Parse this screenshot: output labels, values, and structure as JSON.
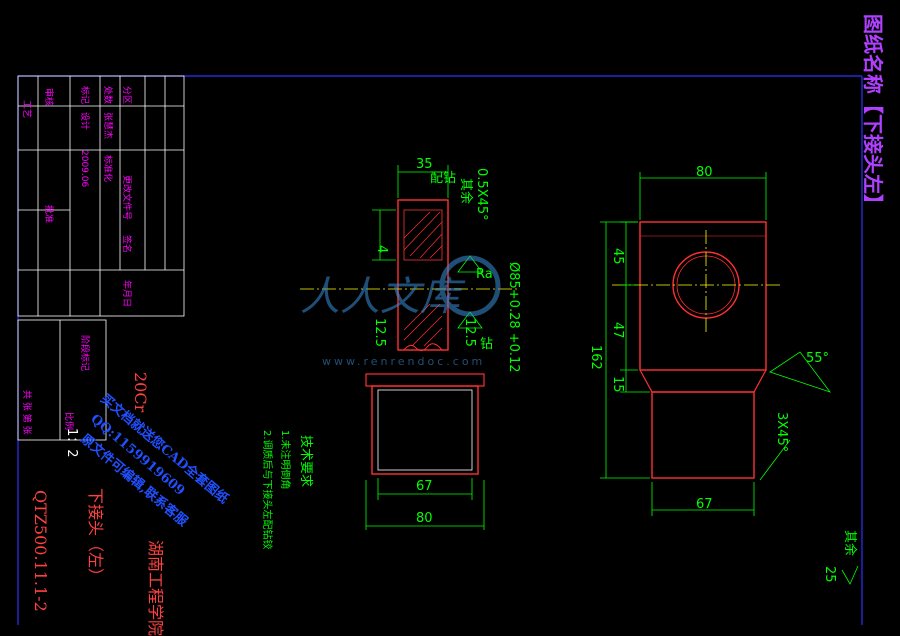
{
  "title_block": {
    "drawing_name": "图纸名称【下接头左】",
    "material": "20Cr",
    "part_name": "下接头（左）",
    "drawing_no": "QTZ500.11.1-2",
    "institution": "湖南工程学院",
    "scale": "1：2",
    "cells": [
      "标记",
      "处数",
      "分区",
      "更改文件号",
      "签名",
      "年月日",
      "设计",
      "张慧杰",
      "2009.06",
      "标准化",
      "审核",
      "工艺",
      "批准",
      "阶段标记",
      "共 张 第 张",
      "比例"
    ]
  },
  "notes": {
    "heading": "技术要求",
    "items": [
      "1.未注明倒角",
      "2.调质后与下接头左配钻铰"
    ]
  },
  "dimensions": {
    "left_view": {
      "top_width": "35",
      "chamfer": "0.5X45°",
      "bottom_width_inner": "67",
      "bottom_width_outer": "80",
      "hole": "Ø85+0.28 +0.12",
      "depth": "4",
      "rough_a": "12.5",
      "rough_b": "12.5",
      "marks": [
        "Ra",
        "其余",
        "配钻",
        "钻"
      ]
    },
    "right_view": {
      "top_width": "80",
      "height_total": "162",
      "h1": "45",
      "h2": "47",
      "h3": "15",
      "bottom_width": "67",
      "chamfer": "3X45°",
      "angle": "55°"
    }
  },
  "surface_note": "其余",
  "surface_value": "25",
  "watermark": {
    "brand": "人人文库",
    "url": "www.renrendoc.com",
    "overlay_lines": [
      "买文档就送您CAD全套图纸",
      "QQ:1159919609",
      "原文件可编辑,联系客服"
    ]
  },
  "colors": {
    "background": "#000000",
    "outline": "#ff3030",
    "dimension": "#00ff00",
    "frame": "#3030ff",
    "text_magenta": "#ff00ff",
    "centerline": "#ffff00"
  }
}
